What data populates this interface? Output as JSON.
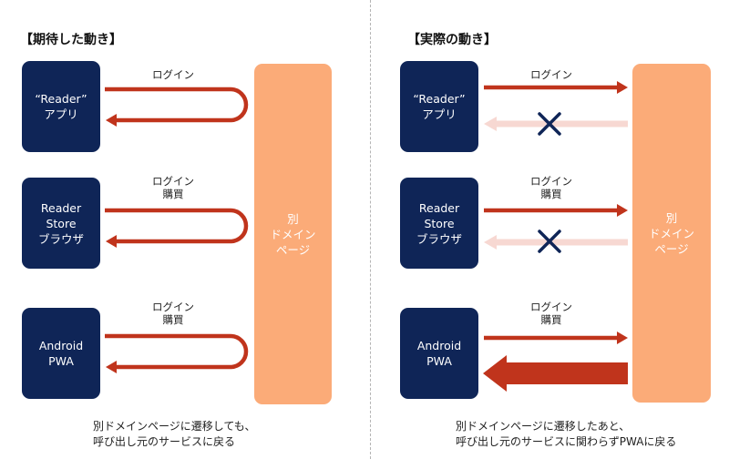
{
  "left_panel": {
    "heading": "【期待した動き】",
    "apps": [
      {
        "line1": "“Reader”",
        "line2": "アプリ",
        "line3": ""
      },
      {
        "line1": "Reader",
        "line2": "Store",
        "line3": "ブラウザ"
      },
      {
        "line1": "Android",
        "line2": "PWA",
        "line3": ""
      }
    ],
    "domain": {
      "line1": "別",
      "line2": "ドメイン",
      "line3": "ページ"
    },
    "arrow_labels": [
      {
        "line1": "ログイン",
        "line2": ""
      },
      {
        "line1": "ログイン",
        "line2": "購買"
      },
      {
        "line1": "ログイン",
        "line2": "購買"
      }
    ],
    "caption": {
      "line1": "別ドメインページに遷移しても、",
      "line2": "呼び出し元のサービスに戻る"
    }
  },
  "right_panel": {
    "heading": "【実際の動き】",
    "apps": [
      {
        "line1": "“Reader”",
        "line2": "アプリ",
        "line3": ""
      },
      {
        "line1": "Reader",
        "line2": "Store",
        "line3": "ブラウザ"
      },
      {
        "line1": "Android",
        "line2": "PWA",
        "line3": ""
      }
    ],
    "domain": {
      "line1": "別",
      "line2": "ドメイン",
      "line3": "ページ"
    },
    "arrow_labels": [
      {
        "line1": "ログイン",
        "line2": ""
      },
      {
        "line1": "ログイン",
        "line2": "購買"
      },
      {
        "line1": "ログイン",
        "line2": "購買"
      }
    ],
    "caption": {
      "line1": "別ドメインページに遷移したあと、",
      "line2": "呼び出し元のサービスに関わらずPWAに戻る"
    }
  },
  "colors": {
    "app_box": "#0f2557",
    "domain_box": "#fbab78",
    "arrow": "#c0341c",
    "arrow_failed": "#f7d8d2",
    "cross_mark": "#0f2557"
  }
}
